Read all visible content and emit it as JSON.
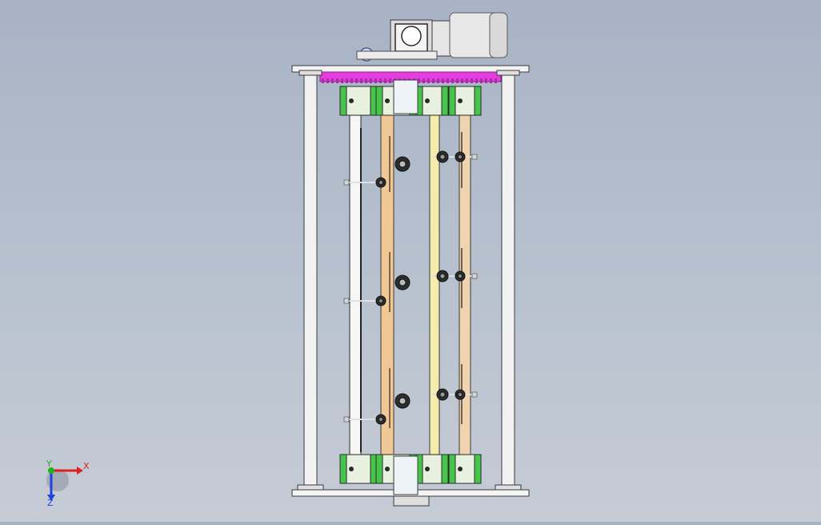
{
  "viewport": {
    "background_top": "#a7b3c5",
    "background_bottom": "#c6ccd6"
  },
  "colors": {
    "frame": "#f2f2f2",
    "outline": "#3a3a3a",
    "gear": "#e23fe0",
    "bearing_green": "#45c64a",
    "wood_orange": "#f0c896",
    "wood_yellow": "#f3ecad",
    "wheel": "#2d2d2d",
    "motor": "#e6e6e6",
    "axis_x": "#e02020",
    "axis_y": "#20b020",
    "axis_z": "#2040e0"
  },
  "triad": {
    "x_label": "X",
    "y_label": "Y",
    "z_label": "Z"
  },
  "model": {
    "icon": "cad-assembly",
    "wheel_count_left": 6,
    "wheel_count_right": 6
  }
}
